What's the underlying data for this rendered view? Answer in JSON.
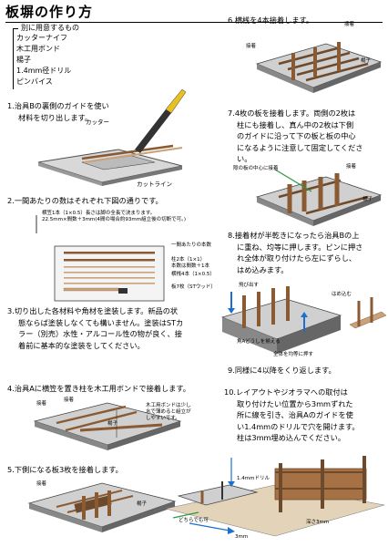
{
  "title": "板塀の作り方",
  "materials": {
    "heading": "別に用意するもの",
    "items": [
      "カッターナイフ",
      "木工用ボンド",
      "楊子",
      "1.4mm径ドリル",
      "ピンバイス"
    ]
  },
  "steps": [
    {
      "num": "1.",
      "lines": [
        "治具Bの裏側のガイドを使い",
        "材料を切り出します。"
      ]
    },
    {
      "num": "2.",
      "lines": [
        "一間あたりの数はそれぞれ下図の通りです。"
      ]
    },
    {
      "num": "3.",
      "lines": [
        "切り出した各材料や角材を塗装します。新品の状",
        "態ならば塗装しなくても構いません。塗装はSTカ",
        "ラー（別売）水性・アルコール性の物が良く、接",
        "着前に基本的な塗装をしてください。"
      ]
    },
    {
      "num": "4.",
      "lines": [
        "治具Aに横笠を置き柱を木工用ボンドで接着します。"
      ]
    },
    {
      "num": "5.",
      "lines": [
        "下側になる板3枚を接着します。"
      ]
    },
    {
      "num": "6.",
      "lines": [
        "横桟を4本接着します。"
      ]
    },
    {
      "num": "7.",
      "lines": [
        "4枚の板を接着します。両側の2枚は",
        "柱にも接着し、真ん中の2枚は下側",
        "のガイドに沿って下の板と板の中心",
        "になるように注意して固定してくださ",
        "い。"
      ]
    },
    {
      "num": "8.",
      "lines": [
        "接着材が半乾きになったら治具Bの上",
        "に重ね、均等に押します。ピンに押さ",
        "れ全体が取り付けたら左にずらし、",
        "はめ込みます。"
      ]
    },
    {
      "num": "9.",
      "lines": [
        "同様に4以降をくり返します。"
      ]
    },
    {
      "num": "10.",
      "lines": [
        "レイアウトやジオラマへの取付は",
        "取り付けたい位置から3mmずれた",
        "所に線を引き、治具Aのガイドを使",
        "い1.4mmのドリルで穴を開けます。",
        "柱は3mm埋め込んでください。"
      ]
    }
  ],
  "labels": {
    "cutter": "カッター",
    "cutline": "カットライン",
    "note2a": "横笠1本（1×0.5）長さは脚の全長で決まります。",
    "note2b": "22.5mm×間数＋3mm(4間の場合約93mm組立後の切断で可。)",
    "per_bay": "一間あたりの本数",
    "post": "柱2本（1×1）",
    "post2": "本数は間数＋1本",
    "rail": "横桟4本（1×0.5）",
    "board": "板7枚（STウッド）",
    "glue1": "接着",
    "glue2": "接着",
    "toothpick4": "楊子",
    "note4a": "木工用ボンドは少し",
    "note4b": "水で薄めると組立が",
    "note4c": "しやすいです。",
    "glue5": "接着",
    "toothpick5": "楊子",
    "glue6a": "接着",
    "glue6b": "接着",
    "toothpick6": "楊子",
    "center7": "隙の板の中心に接着",
    "glue7": "接着",
    "toothpick7": "楊子",
    "pushed": "飛び出す",
    "fitin": "はめ込む",
    "press": "全体を均等に押す",
    "push_corner": "角Aどうしを揃える",
    "drill": "1.4mmドリル",
    "either": "どちらでも可",
    "bury": "深さ3mm",
    "offset": "3mm"
  },
  "colors": {
    "wood": "#8a5a32",
    "wood_light": "#c8a27a",
    "jig": "#9a9a9a",
    "jig_dark": "#555555",
    "arrow": "#1a6fd1",
    "arrow2": "#2a9a3a"
  }
}
